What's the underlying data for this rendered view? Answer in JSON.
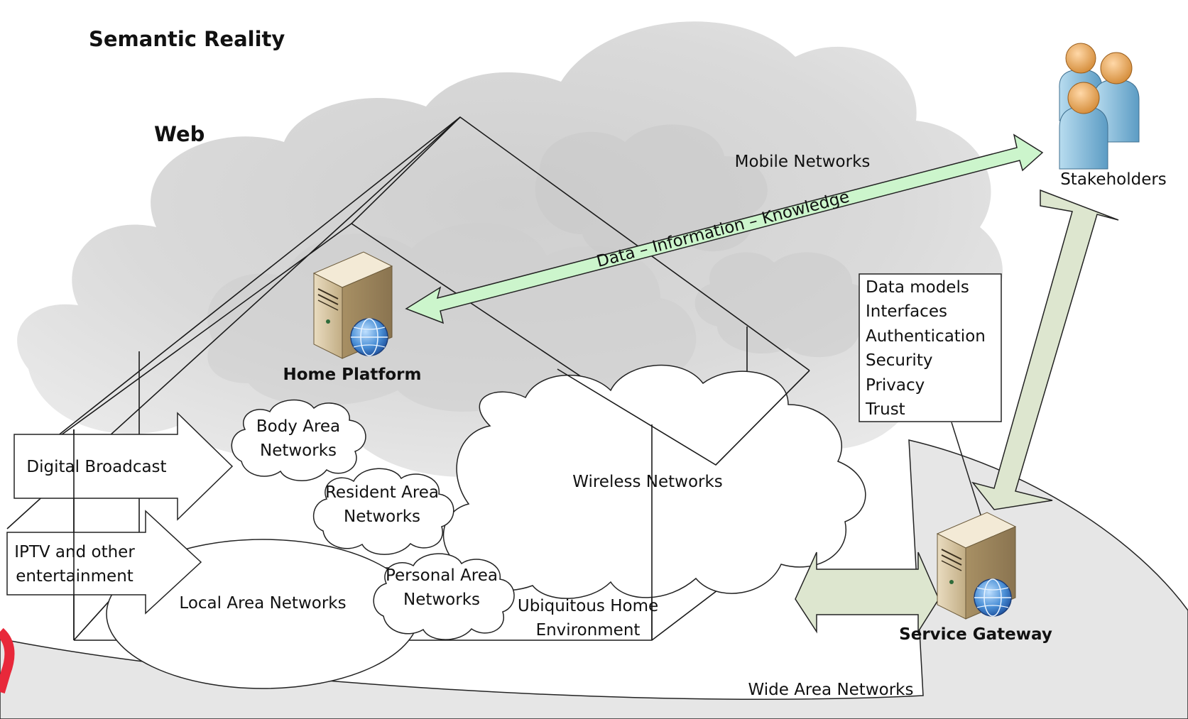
{
  "title": "Semantic Reality",
  "web_label": "Web",
  "mobile_networks": "Mobile Networks",
  "arrow_label": "Data – Information – Knowledge",
  "stakeholders": "Stakeholders",
  "home_platform": "Home Platform",
  "service_gateway": "Service Gateway",
  "wide_area_networks": "Wide Area Networks",
  "wireless_networks": "Wireless Networks",
  "local_area_networks": "Local Area Networks",
  "body_area_networks": [
    "Body Area",
    "Networks"
  ],
  "resident_area_networks": [
    "Resident Area",
    "Networks"
  ],
  "personal_area_networks": [
    "Personal Area",
    "Networks"
  ],
  "ubiquitous_home": [
    "Ubiquitous Home",
    "Environment"
  ],
  "digital_broadcast": "Digital Broadcast",
  "iptv": [
    "IPTV and other",
    "entertainment"
  ],
  "features": [
    "Data models",
    "Interfaces",
    "Authentication",
    "Security",
    "Privacy",
    "Trust"
  ],
  "icons": {
    "home_platform": "server-globe-icon",
    "service_gateway": "server-globe-icon",
    "stakeholders": "people-group-icon"
  },
  "colors": {
    "knowledge_arrow": "#ccf5cc",
    "gateway_arrow": "#dde6cf",
    "cloud_gray": "#d9d9d9",
    "wan_gray": "#e6e6e6",
    "person_head": "#e8a24a",
    "person_body": "#7fb7d6"
  }
}
